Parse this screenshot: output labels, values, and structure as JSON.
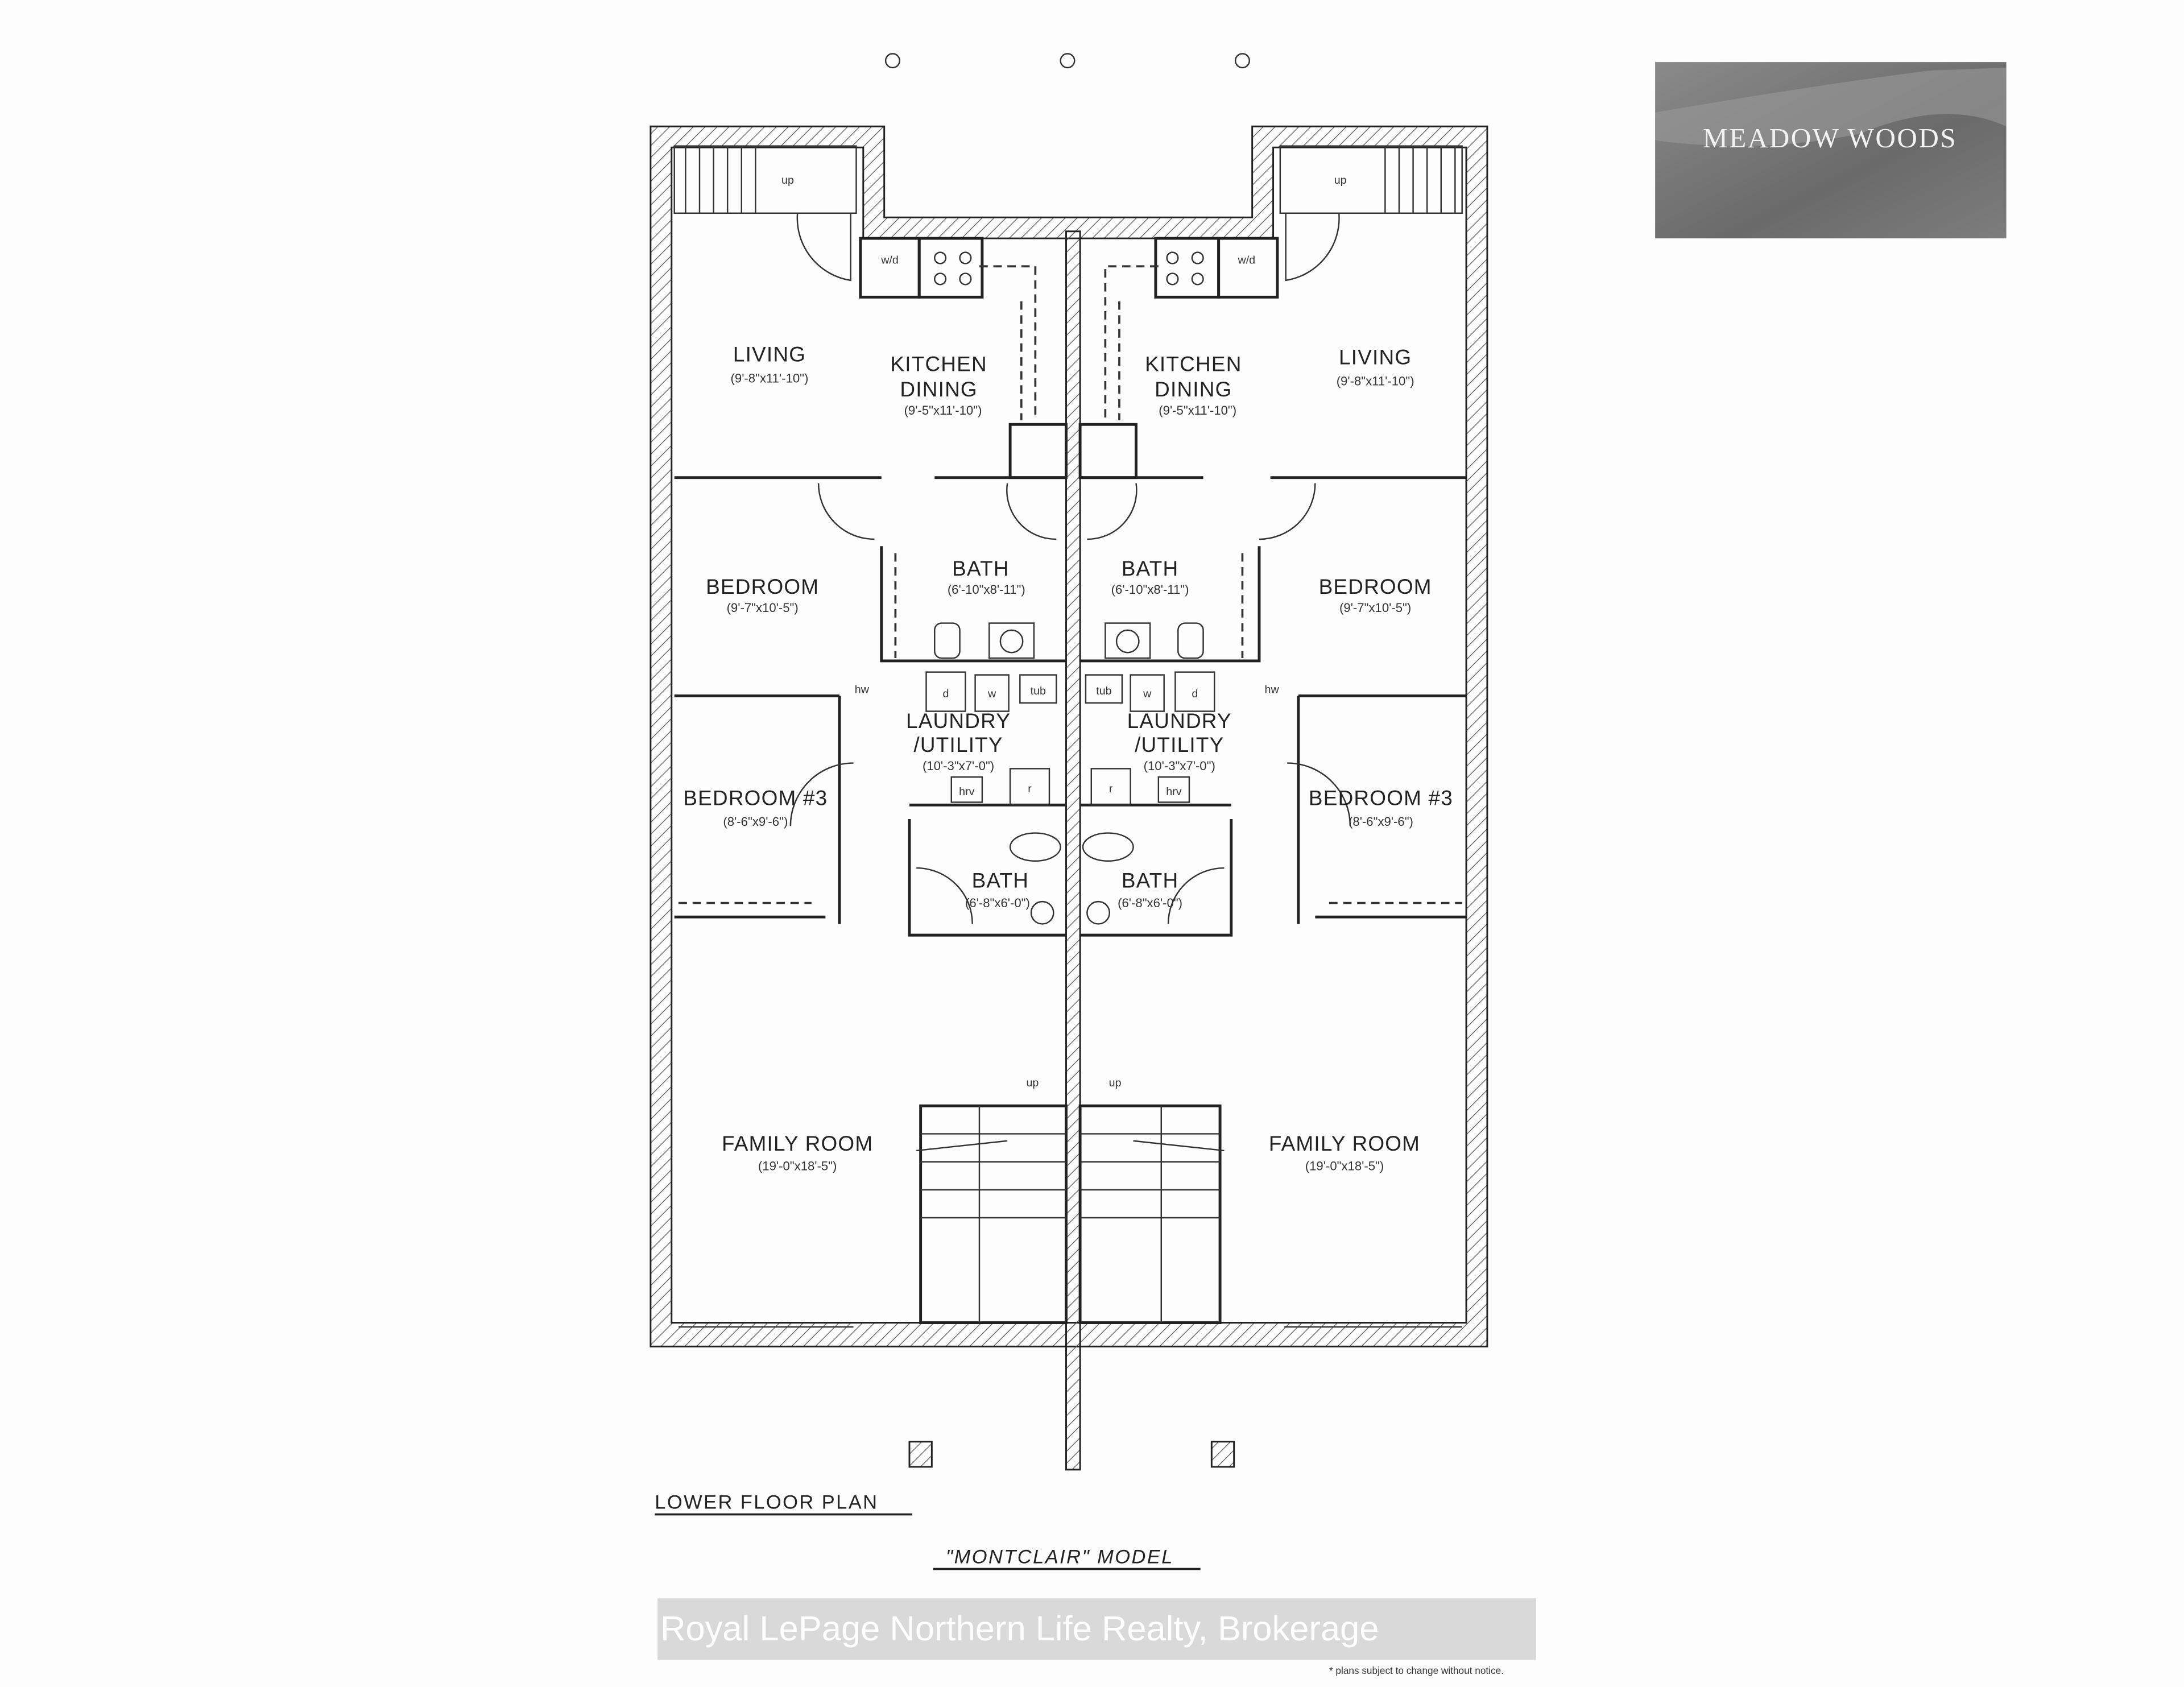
{
  "logo": {
    "text": "MEADOW WOODS"
  },
  "plan": {
    "title": "LOWER FLOOR PLAN",
    "model": "\"MONTCLAIR\" MODEL",
    "note": "* plans subject to change without notice.",
    "up_label": "up"
  },
  "rooms": {
    "left": {
      "living": {
        "name": "LIVING",
        "dims": "(9'-8\"x11'-10\")"
      },
      "kitchen_dining": {
        "name1": "KITCHEN",
        "name2": "DINING",
        "dims": "(9'-5\"x11'-10\")"
      },
      "bedroom": {
        "name": "BEDROOM",
        "dims": "(9'-7\"x10'-5\")"
      },
      "bath_upper": {
        "name": "BATH",
        "dims": "(6'-10\"x8'-11\")"
      },
      "laundry": {
        "name1": "LAUNDRY",
        "name2": "/UTILITY",
        "dims": "(10'-3\"x7'-0\")"
      },
      "bedroom3": {
        "name": "BEDROOM #3",
        "dims": "(8'-6\"x9'-6\")"
      },
      "bath_lower": {
        "name": "BATH",
        "dims": "(6'-8\"x6'-0\")"
      },
      "family_room": {
        "name": "FAMILY ROOM",
        "dims": "(19'-0\"x18'-5\")"
      }
    },
    "right": {
      "living": {
        "name": "LIVING",
        "dims": "(9'-8\"x11'-10\")"
      },
      "kitchen_dining": {
        "name1": "KITCHEN",
        "name2": "DINING",
        "dims": "(9'-5\"x11'-10\")"
      },
      "bedroom": {
        "name": "BEDROOM",
        "dims": "(9'-7\"x10'-5\")"
      },
      "bath_upper": {
        "name": "BATH",
        "dims": "(6'-10\"x8'-11\")"
      },
      "laundry": {
        "name1": "LAUNDRY",
        "name2": "/UTILITY",
        "dims": "(10'-3\"x7'-0\")"
      },
      "bedroom3": {
        "name": "BEDROOM #3",
        "dims": "(8'-6\"x9'-6\")"
      },
      "bath_lower": {
        "name": "BATH",
        "dims": "(6'-8\"x6'-0\")"
      },
      "family_room": {
        "name": "FAMILY ROOM",
        "dims": "(19'-0\"x18'-5\")"
      }
    }
  },
  "fixtures": {
    "wd": "w/d",
    "tub": "tub",
    "washer": "w",
    "dryer": "d",
    "hrv": "hrv",
    "hw": "hw",
    "fridge": "r"
  },
  "watermark": "Royal LePage Northern Life Realty, Brokerage"
}
